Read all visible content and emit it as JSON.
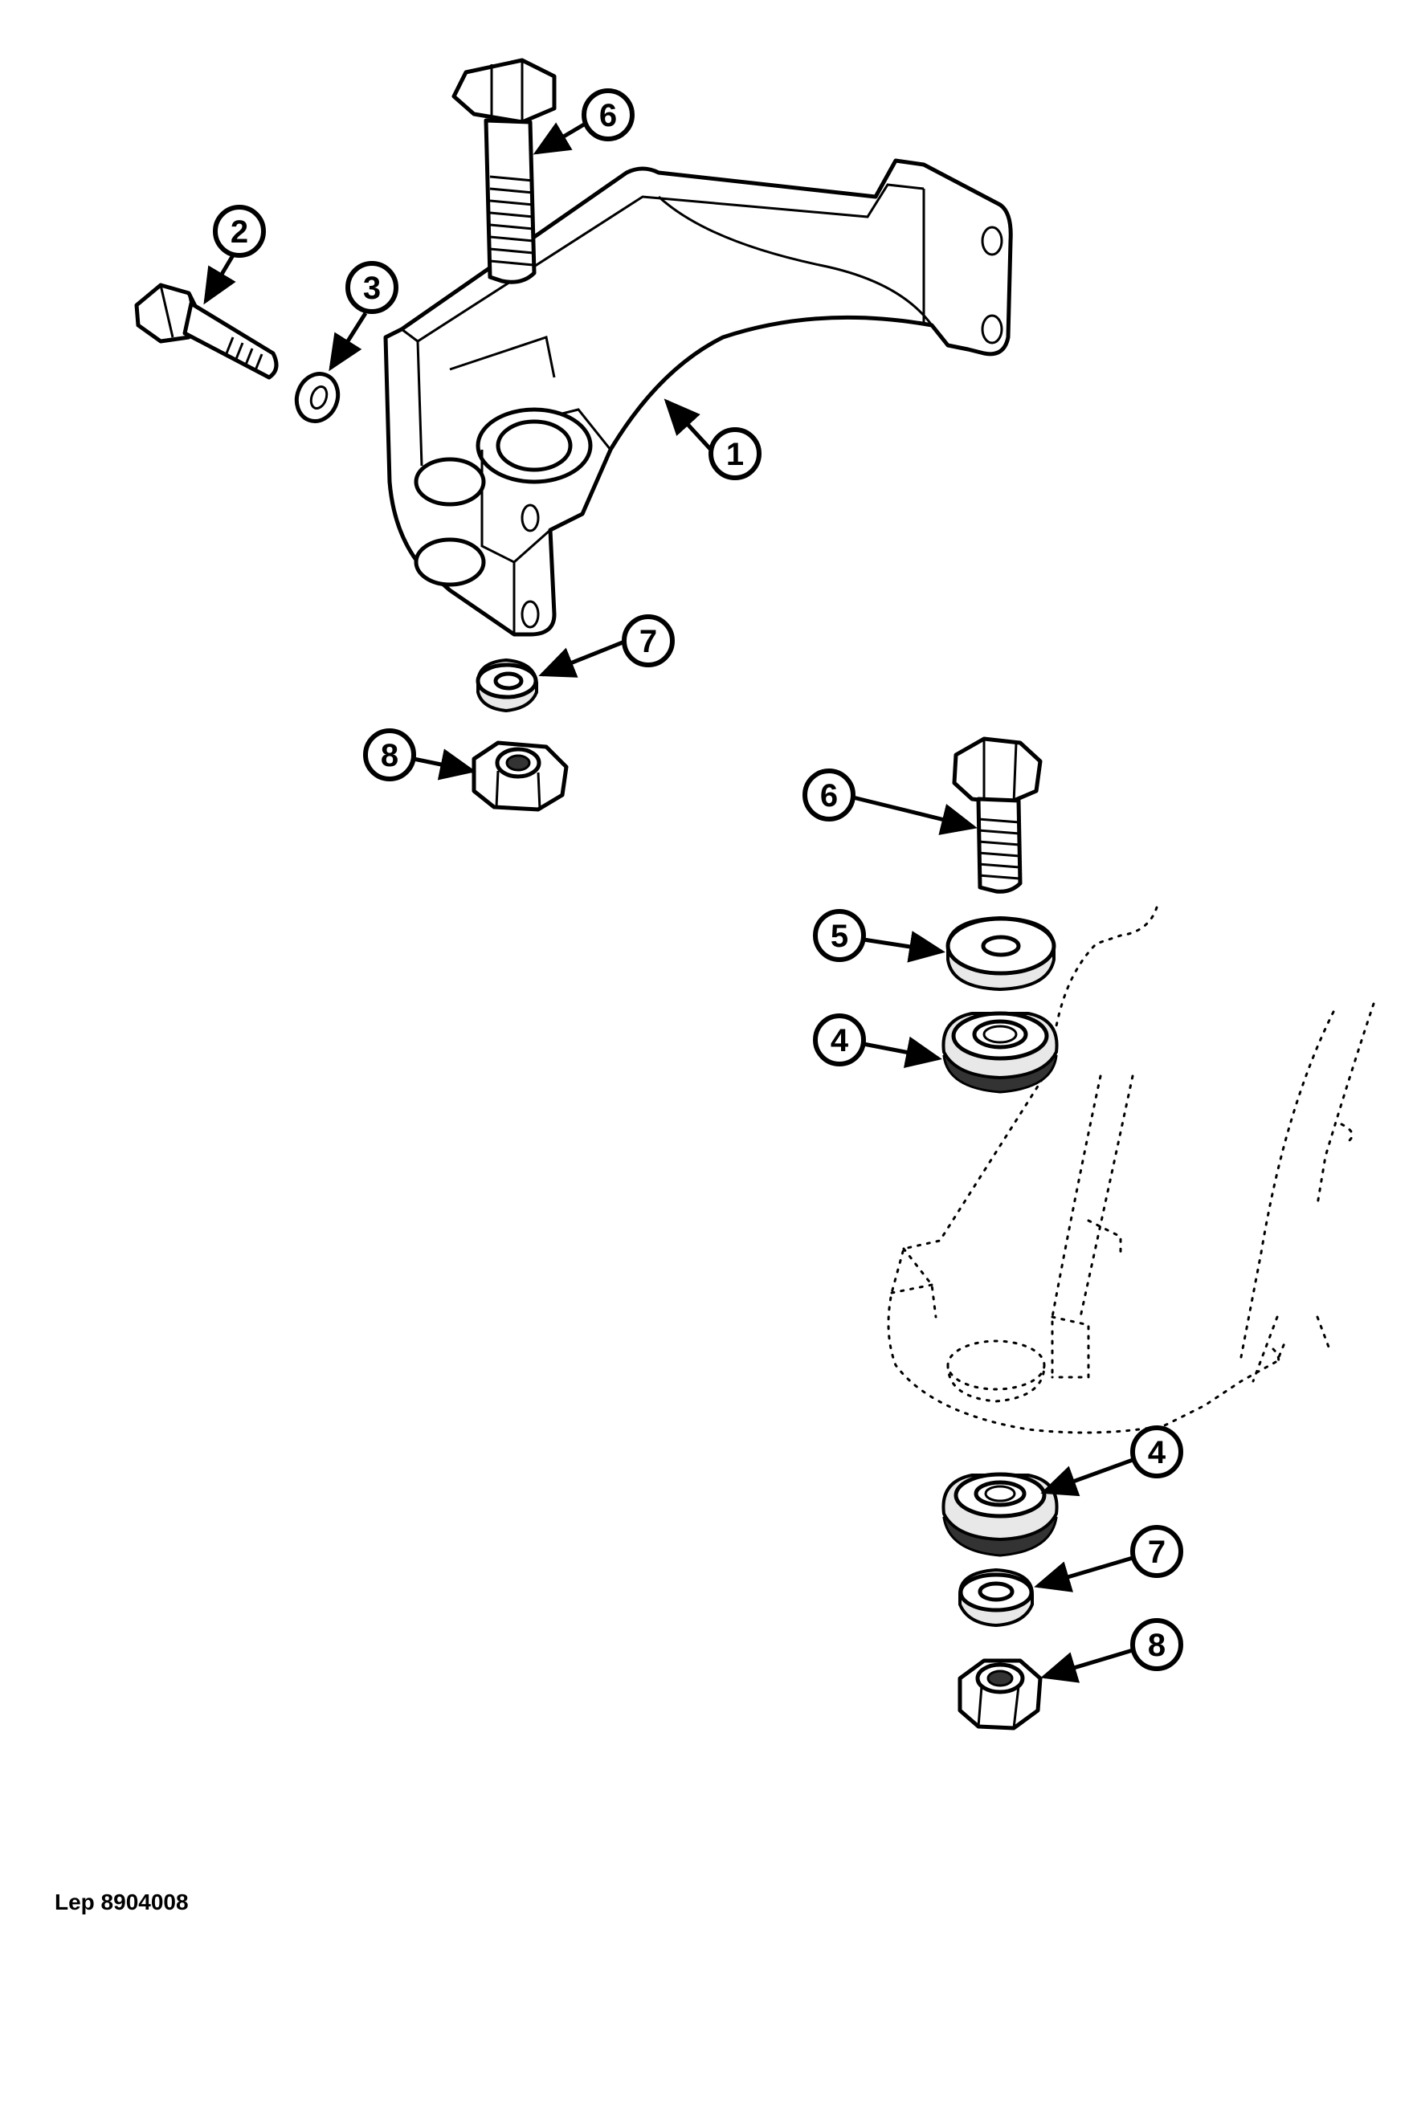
{
  "reference": "Lep 8904008",
  "callouts": [
    "1",
    "2",
    "3",
    "4",
    "5",
    "6",
    "7",
    "8"
  ]
}
